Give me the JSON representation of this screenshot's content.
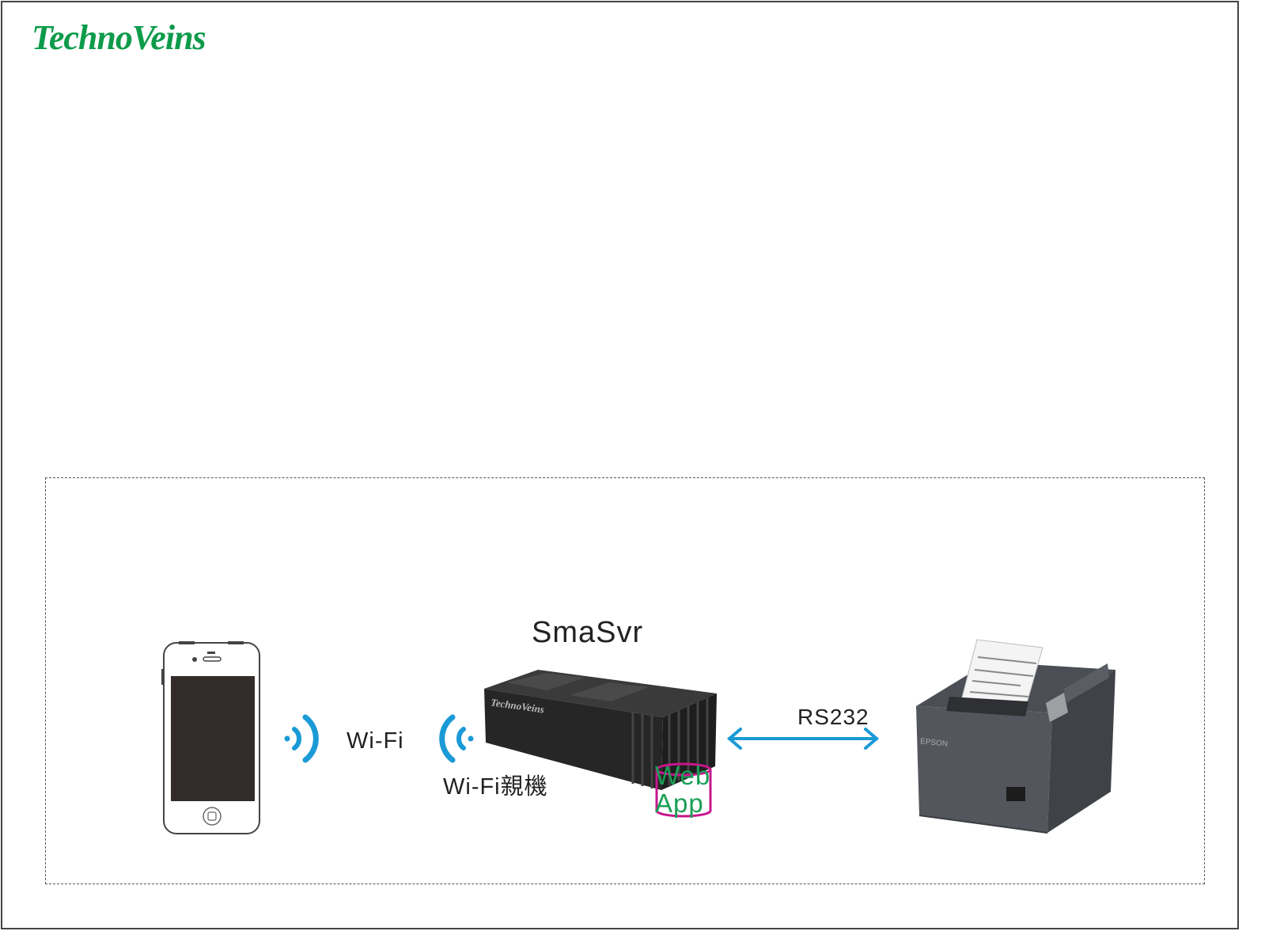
{
  "brand": {
    "logo_text": "TechnoVeins",
    "logo_color": "#0d9b4a"
  },
  "diagram": {
    "server_label": "SmaSvr",
    "wifi_label": "Wi-Fi",
    "wifi_ap_label": "Wi-Fi親機",
    "link_label": "RS232",
    "webapp_line1": "Web",
    "webapp_line2": "App",
    "server_brand": "TechnoVeins",
    "printer_brand": "EPSON"
  },
  "colors": {
    "wifi_signal": "#1a9ad6",
    "arrow": "#1a9ad6",
    "webapp_text": "#1a9e55",
    "webapp_outline": "#c7168c",
    "device_dark": "#2b2b2b",
    "phone_screen": "#332c2b"
  },
  "icons": [
    "smartphone-icon",
    "wifi-signal-icon",
    "server-box-icon",
    "database-cylinder-icon",
    "receipt-printer-icon",
    "double-arrow-icon"
  ]
}
